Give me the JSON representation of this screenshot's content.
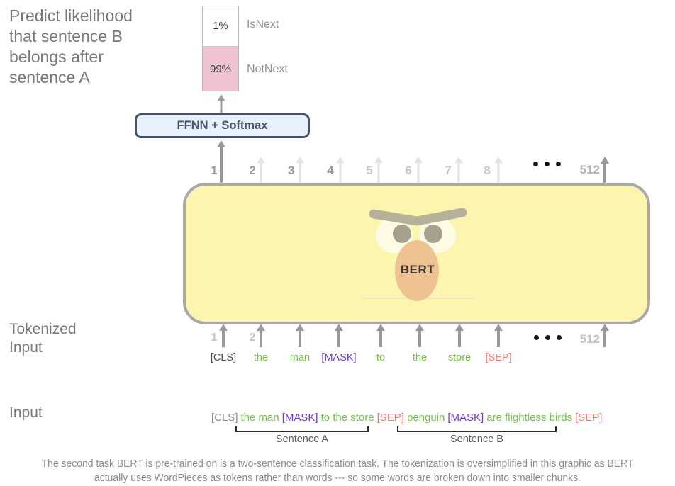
{
  "heading": "Predict likelihood that sentence B belongs after sentence A",
  "prediction": {
    "is_next_value": "1%",
    "is_next_label": "IsNext",
    "not_next_value": "99%",
    "not_next_label": "NotNext"
  },
  "classifier_label": "FFNN + Softmax",
  "bert_label": "BERT",
  "top_row": {
    "positions": [
      "1",
      "2",
      "3",
      "4",
      "5",
      "6",
      "7",
      "8"
    ],
    "ellipsis": "•••",
    "last": "512"
  },
  "bottom_row": {
    "positions": [
      "1",
      "2"
    ],
    "ellipsis": "•••",
    "last": "512"
  },
  "tokens": [
    "[CLS]",
    "the",
    "man",
    "[MASK]",
    "to",
    "the",
    "store",
    "[SEP]"
  ],
  "labels": {
    "tokenized_input": "Tokenized Input",
    "input": "Input"
  },
  "input_line": {
    "parts": [
      {
        "text": "[CLS]",
        "color": "gray"
      },
      {
        "text": "the man",
        "color": "green"
      },
      {
        "text": "[MASK]",
        "color": "purple"
      },
      {
        "text": "to the store",
        "color": "green"
      },
      {
        "text": "[SEP]",
        "color": "red"
      },
      {
        "text": "penguin",
        "color": "green"
      },
      {
        "text": "[MASK]",
        "color": "purple"
      },
      {
        "text": "are flightless birds",
        "color": "green"
      },
      {
        "text": "[SEP]",
        "color": "red"
      }
    ],
    "sentence_a": "Sentence A",
    "sentence_b": "Sentence B"
  },
  "caption": {
    "line1": "The second task BERT is pre-trained on is a two-sentence classification task. The tokenization is oversimplified in this graphic as BERT",
    "line2": "actually uses WordPieces as tokens rather than words --- so some words are broken down into smaller chunks."
  },
  "colors": {
    "token_green": "#72c247",
    "token_purple": "#6a3ad6",
    "token_red": "#f8786d",
    "notnext_pink": "#f0c3d3",
    "ffnn_fill": "#e9f1fc",
    "ffnn_border": "#47526b",
    "bert_fill": "#fcf5b0",
    "bert_border": "#a9a9a9",
    "gray_text": "#76787a"
  }
}
